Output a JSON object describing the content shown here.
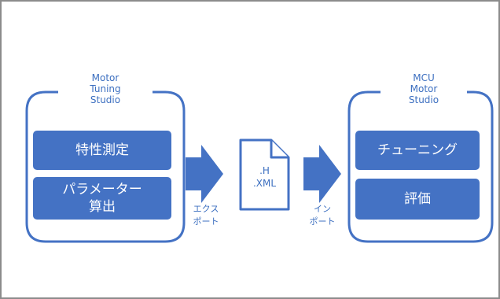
{
  "left_panel": {
    "title": "Motor\nTuning\nStudio",
    "blocks": [
      "特性測定",
      "パラメーター\n算出"
    ]
  },
  "export_label": "エクス\nポート",
  "file": {
    "extensions": ".H\n.XML"
  },
  "import_label": "イン\nポート",
  "right_panel": {
    "title": "MCU\nMotor\nStudio",
    "blocks": [
      "チューニング",
      "評価"
    ]
  },
  "colors": {
    "accent": "#4472c4",
    "text": "#3c6fc0",
    "frame": "#8c8c8c"
  }
}
